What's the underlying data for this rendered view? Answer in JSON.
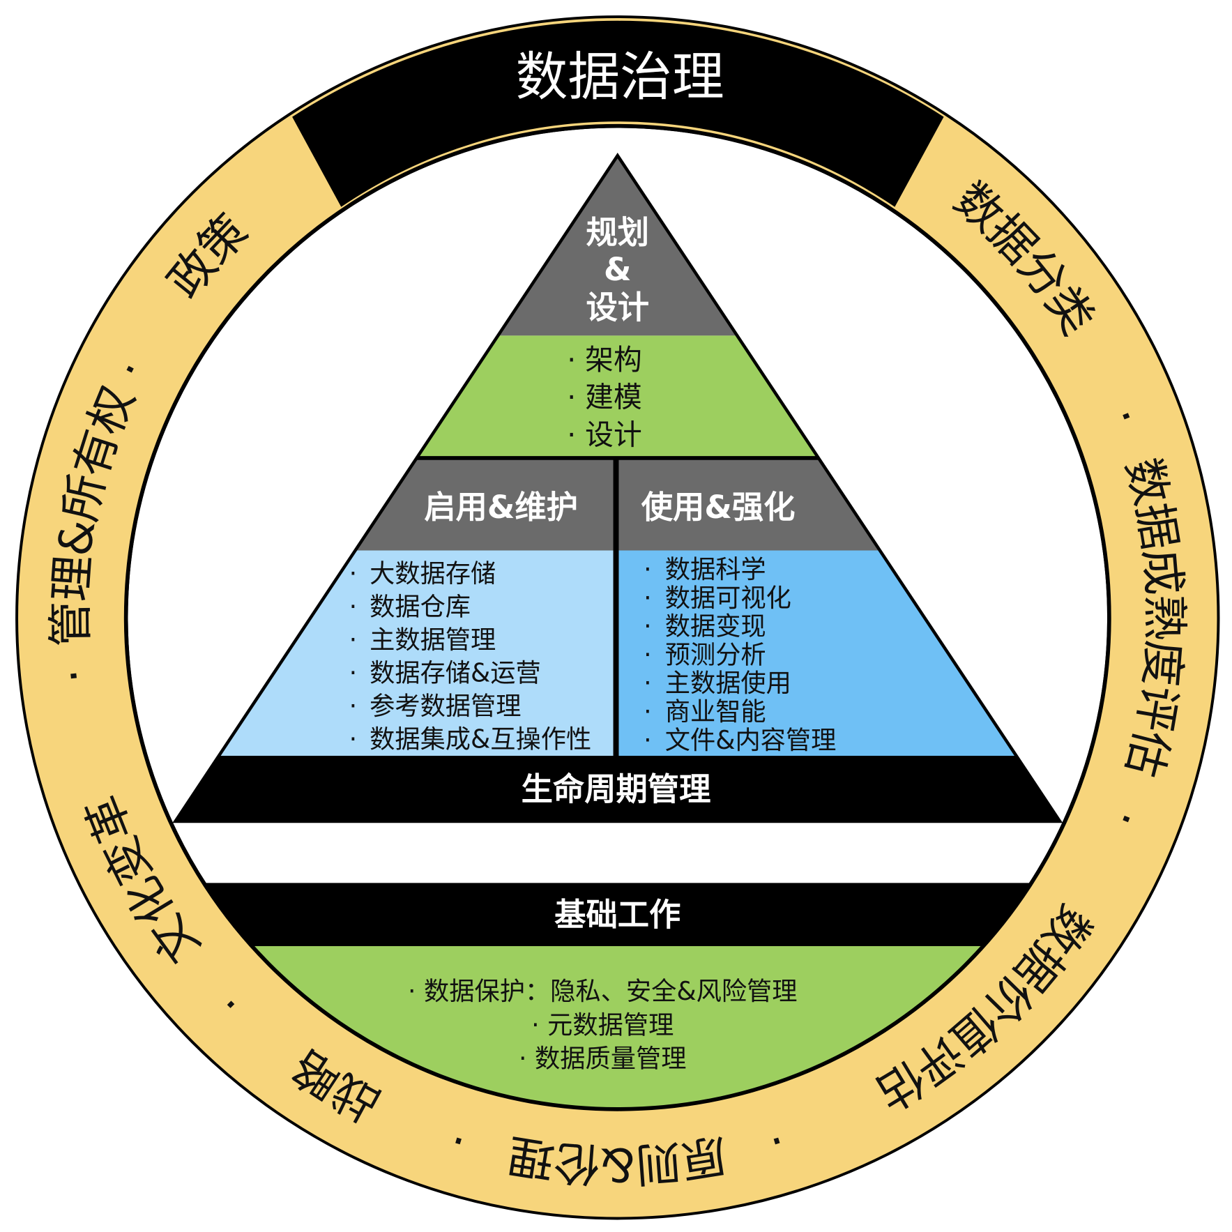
{
  "colors": {
    "ring": "#f7d57c",
    "black": "#000000",
    "gray": "#6b6b6b",
    "green": "#9dcf5f",
    "light_blue": "#aedcfa",
    "blue": "#6fc0f5"
  },
  "ring": {
    "title": "数据治理",
    "separator": "·",
    "segments": [
      "数据分类",
      "数据成熟度评估",
      "数据价值评估",
      "原则&伦理",
      "战略",
      "文化变革",
      "管理&所有权",
      "政策"
    ]
  },
  "pyramid": {
    "top": {
      "lines": [
        "规划",
        "&",
        "设计"
      ],
      "items": [
        "· 架构",
        "· 建模",
        "· 设计"
      ]
    },
    "left": {
      "title": "启用&维护",
      "items": [
        "大数据存储",
        "数据仓库",
        "主数据管理",
        "数据存储&运营",
        "参考数据管理",
        "数据集成&互操作性"
      ]
    },
    "right": {
      "title": "使用&强化",
      "items": [
        "数据科学",
        "数据可视化",
        "数据变现",
        "预测分析",
        "主数据使用",
        "商业智能",
        "文件&内容管理"
      ]
    },
    "base": "生命周期管理"
  },
  "foundation": {
    "title": "基础工作",
    "items": [
      "· 数据保护：隐私、安全&风险管理",
      "· 元数据管理",
      "· 数据质量管理"
    ]
  }
}
